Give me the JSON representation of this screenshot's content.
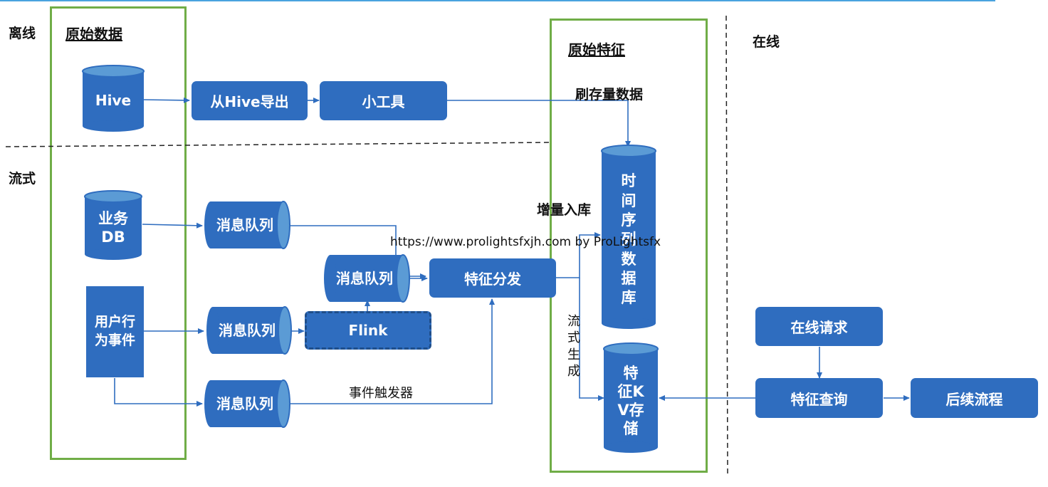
{
  "sections": {
    "offline": "离线",
    "streaming": "流式",
    "online": "在线"
  },
  "groups": {
    "raw_data": "原始数据",
    "raw_features": "原始特征"
  },
  "nodes": {
    "hive": "Hive",
    "export_from_hive": "从Hive导出",
    "small_tool": "小工具",
    "business_db": "业务DB",
    "user_events": "用户行为事件",
    "mq1": "消息队列",
    "mq2": "消息队列",
    "mq3": "消息队列",
    "mq4": "消息队列",
    "flink": "Flink",
    "feature_dispatch": "特征分发",
    "tsdb": "时间序列数据库",
    "kv_store": "特征KV存储",
    "online_request": "在线请求",
    "feature_query": "特征查询",
    "follow_up": "后续流程"
  },
  "annotations": {
    "backfill": "刷存量数据",
    "incremental": "增量入库",
    "stream_gen": "流式生成",
    "event_trigger": "事件触发器"
  },
  "watermark": "https://www.prolightsfxjh.com by ProLightsfx",
  "colors": {
    "node_fill": "#2f6dbf",
    "node_top": "#5b9bd5",
    "group_border": "#70ad47",
    "arrow": "#2f6dbf"
  }
}
